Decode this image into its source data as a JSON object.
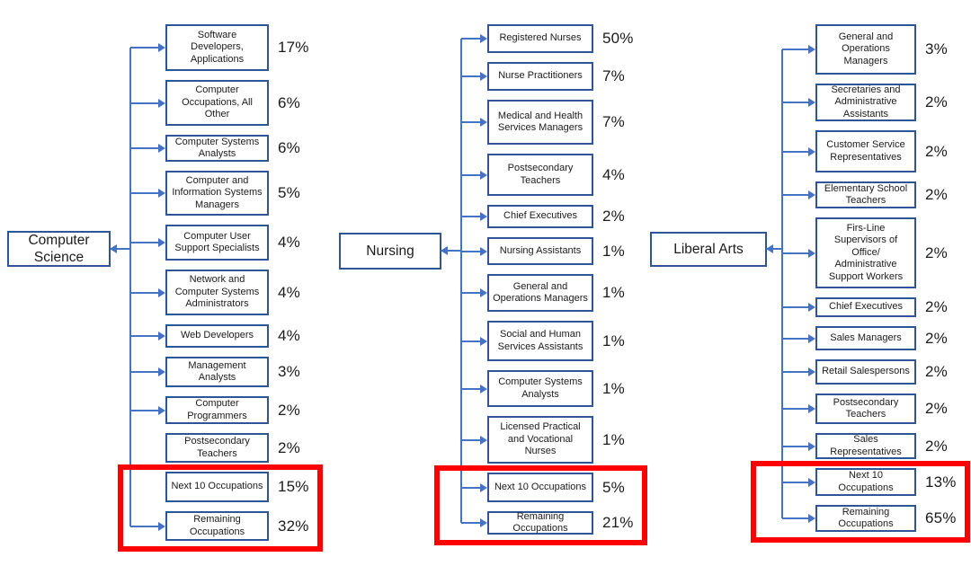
{
  "colors": {
    "box_border": "#2f5597",
    "arrow": "#4472c4",
    "highlight": "#ff0000"
  },
  "columns": [
    {
      "major": "Computer Science",
      "items": [
        {
          "label": "Software Developers, Applications",
          "percent": "17%"
        },
        {
          "label": "Computer Occupations, All Other",
          "percent": "6%"
        },
        {
          "label": "Computer Systems Analysts",
          "percent": "6%"
        },
        {
          "label": "Computer and Information Systems Managers",
          "percent": "5%"
        },
        {
          "label": "Computer User Support Specialists",
          "percent": "4%"
        },
        {
          "label": "Network and Computer Systems Administrators",
          "percent": "4%"
        },
        {
          "label": "Web Developers",
          "percent": "4%"
        },
        {
          "label": "Management Analysts",
          "percent": "3%"
        },
        {
          "label": "Computer Programmers",
          "percent": "2%"
        },
        {
          "label": "Postsecondary Teachers",
          "percent": "2%"
        },
        {
          "label": "Next 10 Occupations",
          "percent": "15%"
        },
        {
          "label": "Remaining Occupations",
          "percent": "32%"
        }
      ]
    },
    {
      "major": "Nursing",
      "items": [
        {
          "label": "Registered Nurses",
          "percent": "50%"
        },
        {
          "label": "Nurse Practitioners",
          "percent": "7%"
        },
        {
          "label": "Medical and Health Services Managers",
          "percent": "7%"
        },
        {
          "label": "Postsecondary Teachers",
          "percent": "4%"
        },
        {
          "label": "Chief Executives",
          "percent": "2%"
        },
        {
          "label": "Nursing Assistants",
          "percent": "1%"
        },
        {
          "label": "General and Operations Managers",
          "percent": "1%"
        },
        {
          "label": "Social and Human Services Assistants",
          "percent": "1%"
        },
        {
          "label": "Computer Systems Analysts",
          "percent": "1%"
        },
        {
          "label": "Licensed Practical and Vocational Nurses",
          "percent": "1%"
        },
        {
          "label": "Next 10 Occupations",
          "percent": "5%"
        },
        {
          "label": "Remaining Occupations",
          "percent": "21%"
        }
      ]
    },
    {
      "major": "Liberal Arts",
      "items": [
        {
          "label": "General and Operations Managers",
          "percent": "3%"
        },
        {
          "label": "Secretaries and Administrative Assistants",
          "percent": "2%"
        },
        {
          "label": "Customer Service Representatives",
          "percent": "2%"
        },
        {
          "label": "Elementary School Teachers",
          "percent": "2%"
        },
        {
          "label": "Firs-Line Supervisors of Office/ Administrative Support Workers",
          "percent": "2%"
        },
        {
          "label": "Chief Executives",
          "percent": "2%"
        },
        {
          "label": "Sales Managers",
          "percent": "2%"
        },
        {
          "label": "Retail Salespersons",
          "percent": "2%"
        },
        {
          "label": "Postsecondary Teachers",
          "percent": "2%"
        },
        {
          "label": "Sales Representatives",
          "percent": "2%"
        },
        {
          "label": "Next 10 Occupations",
          "percent": "13%"
        },
        {
          "label": "Remaining Occupations",
          "percent": "65%"
        }
      ]
    }
  ]
}
